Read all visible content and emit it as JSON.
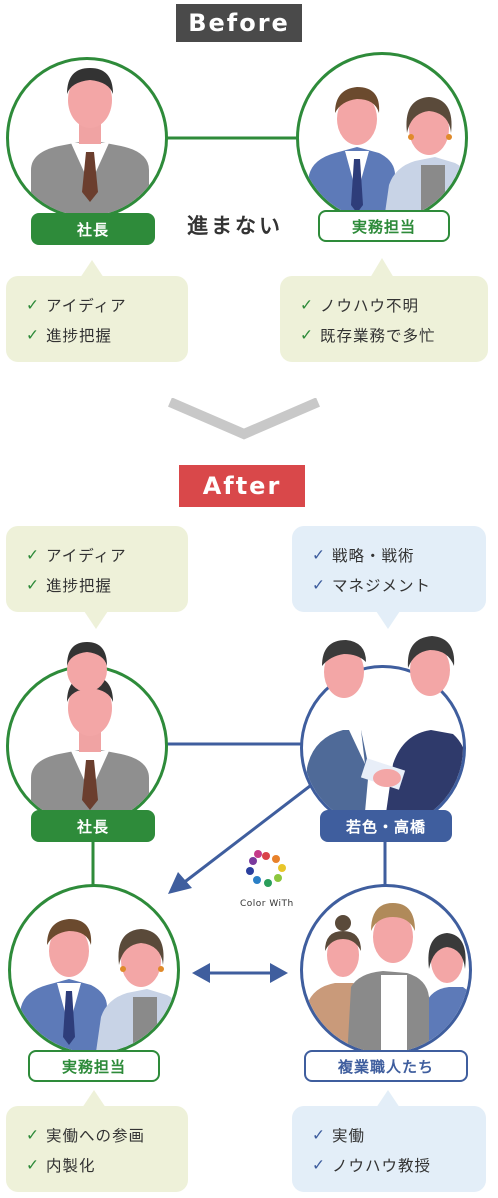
{
  "before": {
    "tag": "Before",
    "president_label": "社長",
    "staff_label": "実務担当",
    "status_text": "進まない",
    "president_points": [
      "アイディア",
      "進捗把握"
    ],
    "staff_points": [
      "ノウハウ不明",
      "既存業務で多忙"
    ]
  },
  "after": {
    "tag": "After",
    "president_label": "社長",
    "consultants_label": "若色・高橋",
    "staff_label": "実務担当",
    "craftsmen_label": "複業職人たち",
    "president_points": [
      "アイディア",
      "進捗把握"
    ],
    "consultants_points": [
      "戦略・戦術",
      "マネジメント"
    ],
    "staff_points": [
      "実働への参画",
      "内製化"
    ],
    "craftsmen_points": [
      "実働",
      "ノウハウ教授"
    ]
  },
  "logo": {
    "text": "Color WiTh"
  },
  "colors": {
    "green": "#2e8b3a",
    "blue": "#3f5e9e",
    "before_tag": "#4a4a4a",
    "after_tag": "#d9484a",
    "green_bubble": "#eef1d9",
    "blue_bubble": "#e3eef8"
  },
  "icons": [
    "check-icon",
    "chevron-down-icon",
    "double-arrow-icon",
    "arrow-icon"
  ]
}
